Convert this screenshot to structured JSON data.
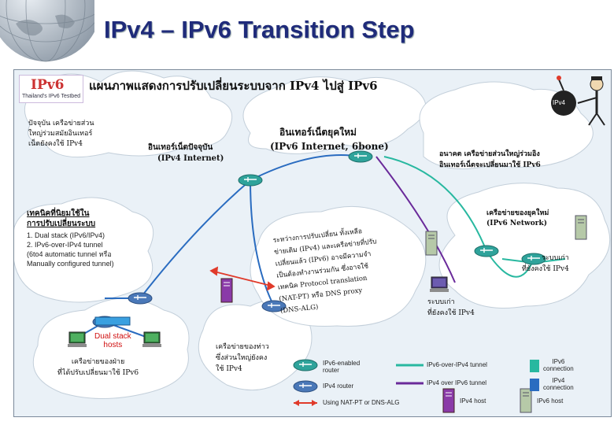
{
  "slide": {
    "title": "IPv4 – IPv6 Transition Step"
  },
  "diagram": {
    "logo": {
      "text": "IPv6",
      "subtitle": "Thailand's IPv6 Testbed"
    },
    "heading": "แผนภาพแสดงการปรับเปลี่ยนระบบจาก IPv4 ไปสู่ IPv6",
    "mascot_label": "IPv4",
    "clouds": {
      "today_left": [
        "ปัจจุบัน เครือข่ายส่วน",
        "ใหญ่ร่วมสมัยอินเทอร์",
        "เน็ตยังคงใช้ IPv4"
      ],
      "current_internet": [
        "อินเทอร์เน็ตปัจจุบัน",
        "(IPv4 Internet)"
      ],
      "new_internet": [
        "อินเทอร์เน็ตยุคใหม่",
        "(IPv6 Internet, 6bone)"
      ],
      "future": [
        "อนาคต เครือข่ายส่วนใหญ่ร่วมอิง",
        "อินเทอร์เน็ตจะเปลี่ยนมาใช้ IPv6"
      ],
      "new_network": [
        "เครือข่ายของยุคใหม่",
        "(IPv6 Network)"
      ]
    },
    "techniques": {
      "title": [
        "เทคนิคที่นิยมใช้ใน",
        "การปรับเปลี่ยนระบบ"
      ],
      "items": [
        "1. Dual stack (IPv6/IPv4)",
        "2. IPv6-over-IPv4 tunnel",
        "(6to4 automatic tunnel หรือ",
        "Manually configured tunnel)"
      ]
    },
    "middle_note": [
      "ระหว่างการปรับเปลี่ยน ทั้งเหลือ",
      "ข่ายเดิม (IPv4) และเครือข่ายที่ปรับ",
      "เปลี่ยนแล้ว (IPv6) อาจมีความจำ",
      "เป็นต้องทำงานร่วมกัน ซึ่งอาจใช้",
      "เทคนิค Protocol translation",
      "(NAT-PT) หรือ DNS proxy",
      "(DNS-ALG)"
    ],
    "dual_stack": [
      "Dual stack",
      "hosts"
    ],
    "bottom_left": [
      "เครือข่ายของฝ่าย",
      "ที่ได้ปรับเปลี่ยนมาใช้ IPv6"
    ],
    "bottom_mid": [
      "เครือข่ายของท่าว",
      "ซึ่งส่วนใหญ่ยังคง",
      "ใช้ IPv4"
    ],
    "legacy_right": [
      "ระบบเก่า",
      "ที่ยังคงใช้ IPv4"
    ],
    "legacy_mid": [
      "ระบบเก่า",
      "ที่ยังคงใช้ IPv4"
    ],
    "legend": {
      "ipv6_router": [
        "IPv6-enabled",
        "router"
      ],
      "ipv4_router": "IPv4 router",
      "natpt": "Using NAT-PT or DNS-ALG",
      "tunnel_6over4": "IPv6-over-IPv4 tunnel",
      "tunnel_4over6": "IPv4 over IPv6 tunnel",
      "ipv4_host": "IPv4 host",
      "ipv6_host": "IPv6 host",
      "ipv6_conn": [
        "IPv6",
        "connection"
      ],
      "ipv4_conn": [
        "IPv4",
        "connection"
      ]
    },
    "colors": {
      "title": "#1f2b7a",
      "cloud": "#ffffff",
      "router_ipv6": "#2fa39b",
      "router_ipv4": "#4a78b8",
      "tunnel_6over4": "#28b8a0",
      "tunnel_4over6": "#6a2a9a",
      "natpt": "#e03a2a",
      "link": "#2a6cc0",
      "dual_stack": "#d01010"
    }
  }
}
